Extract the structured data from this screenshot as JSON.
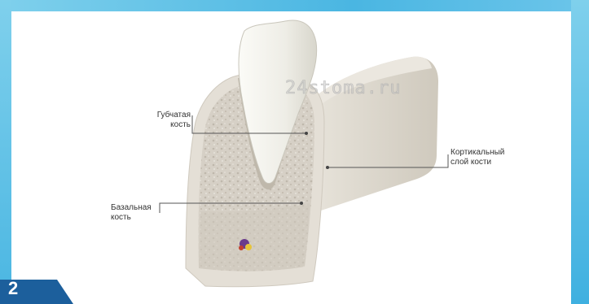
{
  "labels": {
    "spongy_line1": "Губчатая",
    "spongy_line2": "кость",
    "cortical_line1": "Кортикальный",
    "cortical_line2": "слой кости",
    "basal_line1": "Базальная",
    "basal_line2": "кость"
  },
  "watermark": "24stoma.ru",
  "figure_number": "2",
  "colors": {
    "frame_blue": "#4ab6e2",
    "badge_blue": "#1c5f9c",
    "bone": "#d9d4ca",
    "tooth": "#f3f2ec",
    "leader_line": "#555555"
  }
}
